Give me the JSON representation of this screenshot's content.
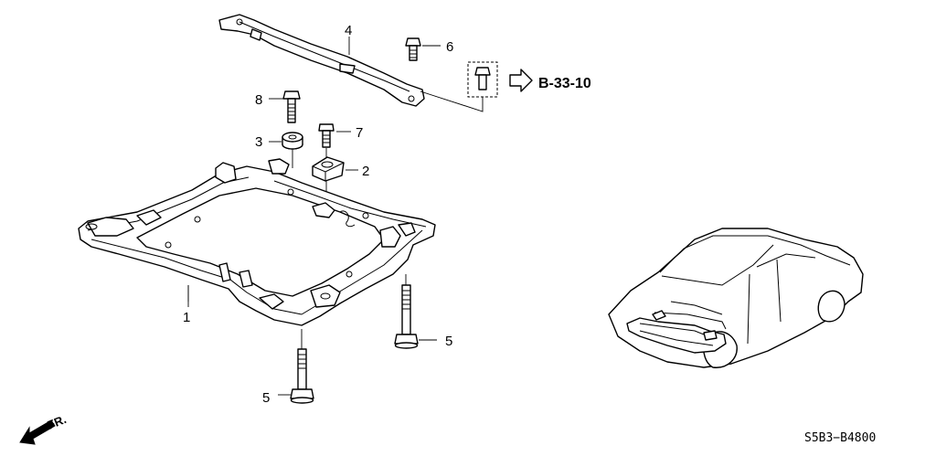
{
  "callouts": {
    "c1": "1",
    "c2": "2",
    "c3": "3",
    "c4": "4",
    "c5a": "5",
    "c5b": "5",
    "c6": "6",
    "c7": "7",
    "c8": "8"
  },
  "reference": "B-33-10",
  "front_label": "FR.",
  "diagram_code": "S5B3−B4800"
}
